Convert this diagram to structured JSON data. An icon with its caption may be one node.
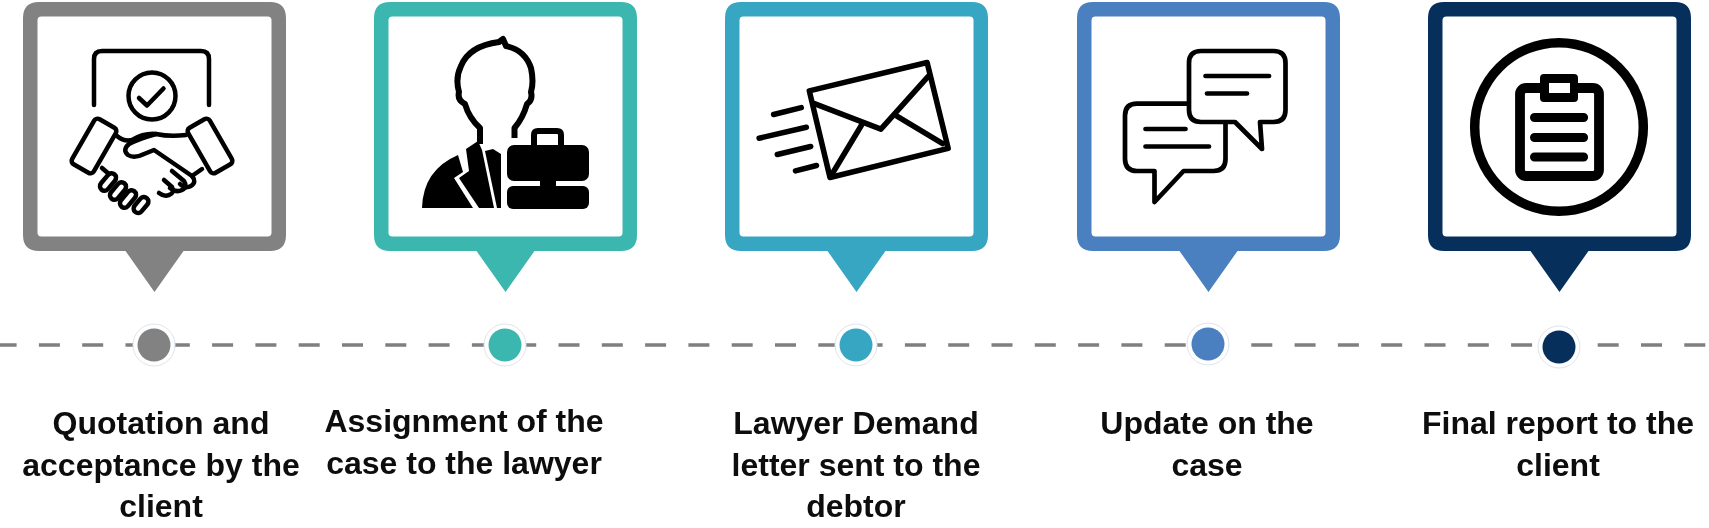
{
  "diagram": {
    "nodes": [
      {
        "text": [],
        "shape": "box",
        "beside": [
          "Quotation and acceptance by the client"
        ]
      },
      {
        "text": [],
        "shape": "box",
        "beside": [
          "Assignment of the case to the lawyer"
        ]
      },
      {
        "text": [],
        "shape": "box",
        "beside": [
          "Lawyer Demand letter sent to the debtor"
        ]
      },
      {
        "text": [],
        "shape": "box",
        "beside": [
          "Update on the case"
        ]
      },
      {
        "text": [],
        "shape": "box",
        "beside": [
          "Final report to the client"
        ]
      }
    ]
  }
}
